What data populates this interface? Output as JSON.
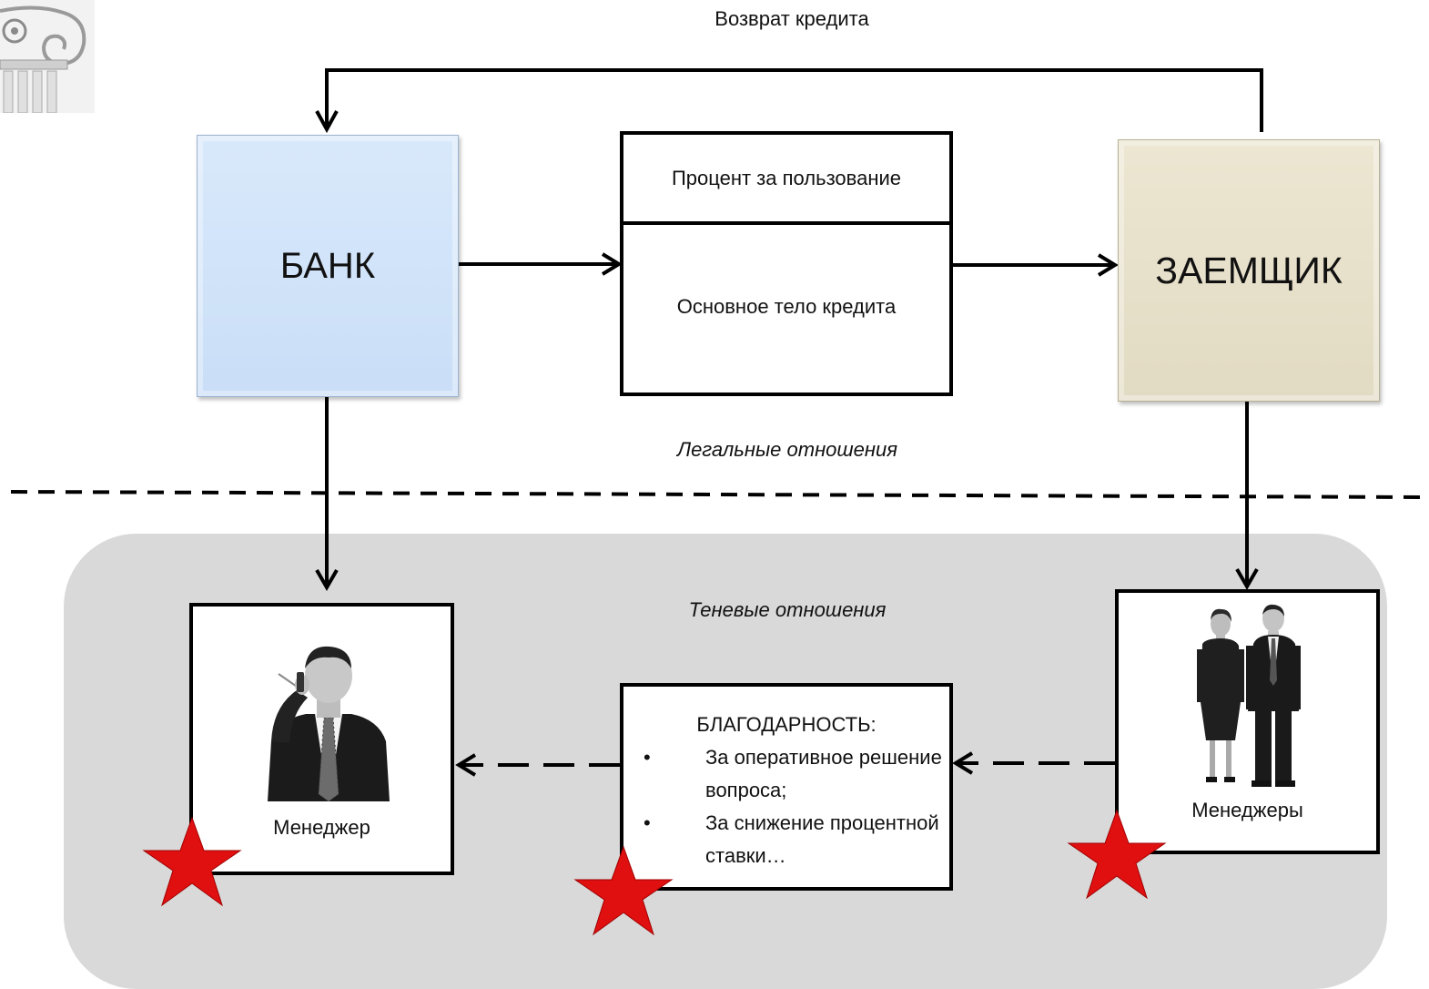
{
  "diagram": {
    "return_label": "Возврат кредита",
    "bank_label": "БАНК",
    "borrower_label": "ЗАЕМЩИК",
    "interest_label": "Процент за пользование",
    "principal_label": "Основное тело кредита",
    "legal_label": "Легальные отношения",
    "shadow_label": "Теневые отношения",
    "manager_label": "Менеджер",
    "managers_label": "Менеджеры",
    "thanks": {
      "title": "БЛАГОДАРНОСТЬ:",
      "items": [
        {
          "bullet": "•",
          "text": "За оперативное решение вопроса;"
        },
        {
          "bullet": "•",
          "text": "За снижение процентной ставки…"
        }
      ]
    }
  },
  "colors": {
    "bank_fill": "#d3e5fa",
    "borrower_fill": "#e8e2cc",
    "shadow_panel": "#d9d9d9",
    "star": "#e01010",
    "line": "#000000"
  },
  "icons": [
    "ionic-column-logo",
    "manager-photo",
    "managers-photo",
    "star-icon"
  ]
}
